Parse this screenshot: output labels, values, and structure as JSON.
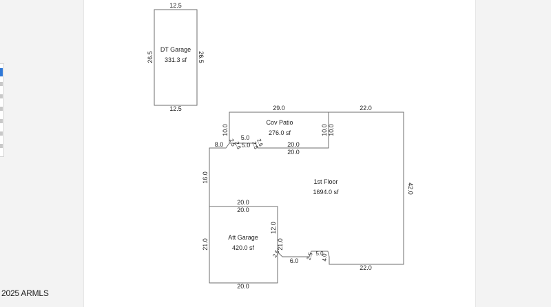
{
  "footer": {
    "copyright": "2025 ARMLS"
  },
  "rooms": {
    "dt_garage": {
      "name": "DT Garage",
      "area": "331.3 sf"
    },
    "cov_patio": {
      "name": "Cov Patio",
      "area": "276.0 sf"
    },
    "first_floor": {
      "name": "1st Floor",
      "area": "1694.0 sf"
    },
    "att_garage": {
      "name": "Att Garage",
      "area": "420.0 sf"
    }
  },
  "dimensions": {
    "dt_top": "12.5",
    "dt_bottom": "12.5",
    "dt_left": "26.5",
    "dt_right": "26.5",
    "patio_top": "29.0",
    "patio_left": "10.0",
    "patio_right_inner": "10.0",
    "patio_right_outer": "10.0",
    "patio_bottom": "20.0",
    "patio_notch_top": "5.0",
    "patio_notch_bottom": "5.0",
    "patio_notch_side_1": "2.5",
    "patio_notch_side_2": "2.5",
    "patio_notch_side_3": "2.5",
    "patio_notch_side_4": "2.5",
    "floor_top_right": "22.0",
    "floor_right": "42.0",
    "floor_bottom_right": "22.0",
    "floor_upper_left_step": "8.0",
    "floor_left": "16.0",
    "floor_inner_top": "20.0",
    "garage_top": "20.0",
    "garage_bottom": "20.0",
    "garage_left": "21.0",
    "garage_right_upper": "12.0",
    "garage_right_lower": "21.0",
    "floor_bottom_mid": "6.0",
    "bottom_notch_top": "5.0",
    "bottom_notch_side_1": "2.5",
    "bottom_notch_side_2": "4.0",
    "bottom_notch_side_3": "2.5"
  }
}
